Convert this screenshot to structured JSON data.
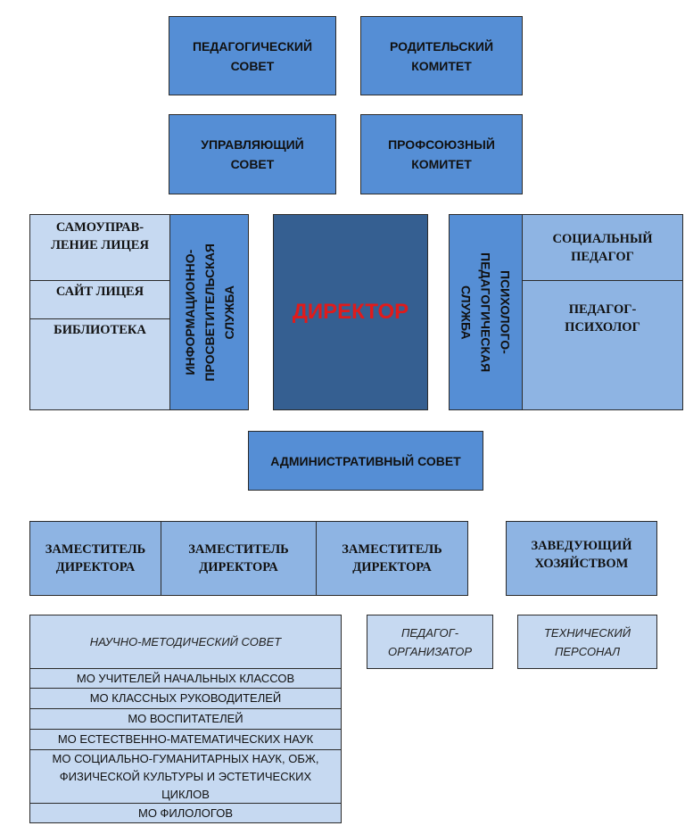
{
  "top_row": [
    "ПЕДАГОГИЧЕСКИЙ\nСОВЕТ",
    "РОДИТЕЛЬСКИЙ\nКОМИТЕТ"
  ],
  "second_row": [
    "УПРАВЛЯЮЩИЙ\nСОВЕТ",
    "ПРОФСОЮЗНЫЙ\nКОМИТЕТ"
  ],
  "left_group": {
    "items": [
      "САМОУПРАВ-\nЛЕНИЕ ЛИЦЕЯ",
      "САЙТ ЛИЦЕЯ",
      "БИБЛИОТЕКА"
    ],
    "service": "ИНФОРМАЦИОННО-\nПРОСВЕТИТЕЛЬСКАЯ\nСЛУЖБА"
  },
  "director": "ДИРЕКТОР",
  "right_group": {
    "service": "ПСИХОЛОГО-\nПЕДАГОГИЧЕСКАЯ\nСЛУЖБА",
    "items": [
      "СОЦИАЛЬНЫЙ\nПЕДАГОГ",
      "ПЕДАГОГ-\nПСИХОЛОГ"
    ]
  },
  "admin_council": "АДМИНИСТРАТИВНЫЙ СОВЕТ",
  "deputies": [
    "ЗАМЕСТИТЕЛЬ\nДИРЕКТОРА",
    "ЗАМЕСТИТЕЛЬ\nДИРЕКТОРА",
    "ЗАМЕСТИТЕЛЬ\nДИРЕКТОРА"
  ],
  "head_household": "ЗАВЕДУЮЩИЙ\nХОЗЯЙСТВОМ",
  "methodical_council": {
    "title": "НАУЧНО-МЕТОДИЧЕСКИЙ СОВЕТ",
    "items": [
      "МО УЧИТЕЛЕЙ НАЧАЛЬНЫХ КЛАССОВ",
      "МО КЛАССНЫХ РУКОВОДИТЕЛЕЙ",
      "МО ВОСПИТАТЕЛЕЙ",
      "МО ЕСТЕСТВЕННО-МАТЕМАТИЧЕСКИХ НАУК",
      "МО СОЦИАЛЬНО-ГУМАНИТАРНЫХ НАУК, ОБЖ, ФИЗИЧЕСКОЙ КУЛЬТУРЫ И ЭСТЕТИЧЕСКИХ ЦИКЛОВ",
      "МО ФИЛОЛОГОВ"
    ]
  },
  "organizer": "ПЕДАГОГ-\nОРГАНИЗАТОР",
  "technical_staff": "ТЕХНИЧЕСКИЙ\nПЕРСОНАЛ"
}
